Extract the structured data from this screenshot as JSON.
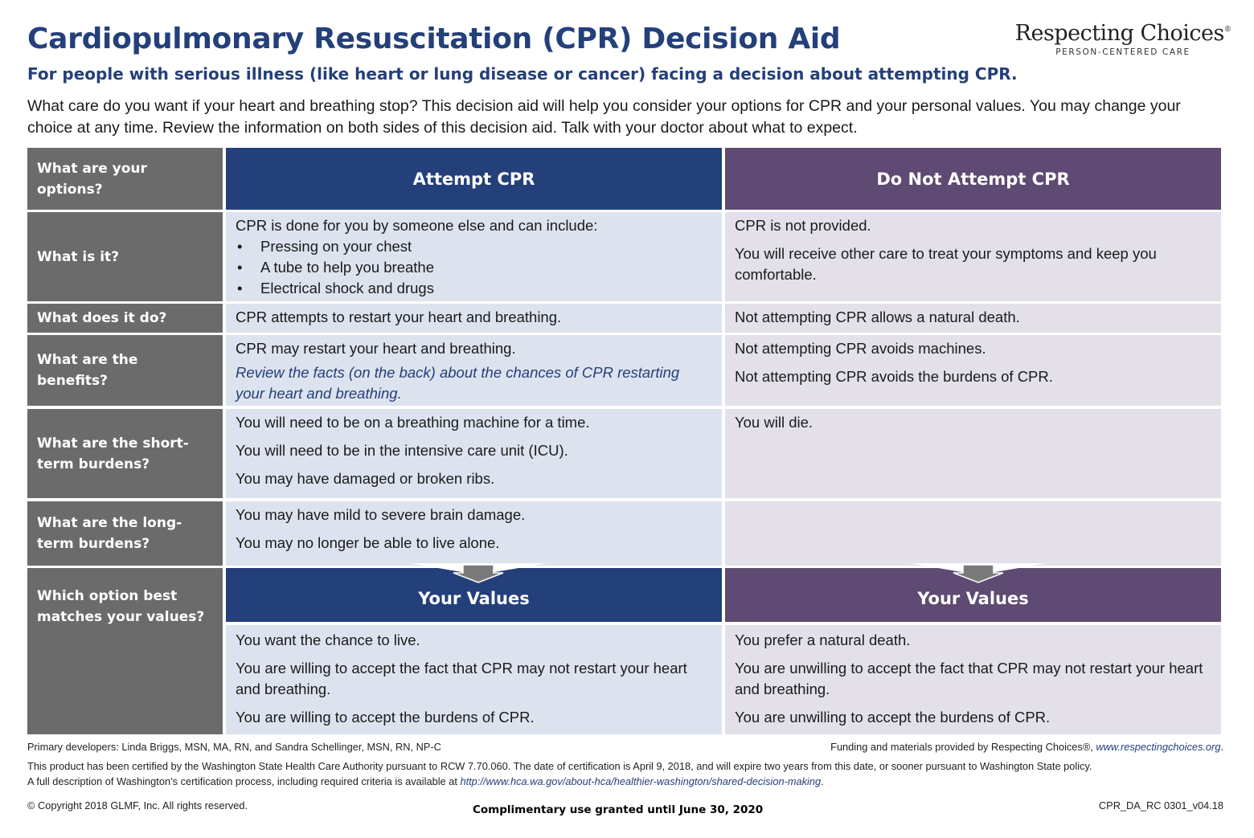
{
  "header": {
    "title": "Cardiopulmonary Resuscitation (CPR) Decision Aid",
    "subtitle": "For people with serious illness (like heart or lung disease or cancer) facing a decision about attempting CPR.",
    "intro": "What care do you want if your heart and breathing stop? This decision aid will help you consider your options for CPR and your personal values. You may change your choice at any time. Review the information on both sides of this decision aid. Talk with your doctor about what to expect."
  },
  "logo": {
    "name": "Respecting Choices",
    "mark": "®",
    "tagline": "PERSON-CENTERED CARE"
  },
  "table": {
    "options_label": "What are your options?",
    "option_cpr": "Attempt CPR",
    "option_dnr": "Do Not Attempt CPR",
    "what_is_it": {
      "label": "What is it?",
      "cpr_intro": "CPR is done for you by someone else and can include:",
      "cpr_items": [
        "Pressing on your chest",
        "A tube to help you breathe",
        "Electrical shock and drugs"
      ],
      "dnr": [
        "CPR is not provided.",
        "You will receive other care to treat your symptoms and keep you comfortable."
      ]
    },
    "what_does_it_do": {
      "label": "What does it do?",
      "cpr": "CPR attempts to restart your heart and breathing.",
      "dnr": "Not attempting CPR allows a natural death."
    },
    "benefits": {
      "label": "What are the benefits?",
      "cpr": "CPR may restart your heart and breathing.",
      "cpr_note": "Review the facts (on the back) about the chances of CPR restarting your heart and breathing.",
      "dnr": [
        "Not attempting CPR avoids machines.",
        "Not attempting CPR avoids the burdens of CPR."
      ]
    },
    "short_term": {
      "label": "What are the short-term burdens?",
      "cpr": [
        "You will need to be on a breathing machine for a time.",
        "You will need to be in the intensive care unit (ICU).",
        "You may have damaged or broken ribs."
      ],
      "dnr": "You will die."
    },
    "long_term": {
      "label": "What are the long-term burdens?",
      "cpr": [
        "You may have mild to severe brain damage.",
        "You may no longer be able to live alone."
      ]
    },
    "values": {
      "label": "Which option best matches your values?",
      "cpr_header": "Your Values",
      "dnr_header": "Your Values",
      "cpr": [
        "You want the chance to live.",
        "You are willing to accept the fact that CPR may not restart your heart and breathing.",
        "You are willing to accept the burdens of CPR."
      ],
      "dnr": [
        "You prefer a natural death.",
        "You are unwilling to accept the fact that CPR may not restart your heart and breathing.",
        "You are unwilling to accept the burdens of CPR."
      ]
    }
  },
  "footer": {
    "developers": "Primary developers: Linda Briggs, MSN, MA, RN, and Sandra Schellinger, MSN, RN, NP-C",
    "funding_text": "Funding and materials provided by Respecting Choices®, ",
    "funding_link": "www.respectingchoices.org",
    "funding_end": ".",
    "cert_line1": "This product has been certified by the Washington State Health Care Authority pursuant to RCW 7.70.060. The date of certification is April 9, 2018, and will expire two years from this date, or sooner pursuant to Washington State policy.",
    "cert_line2_text": "A full description of Washington’s certification process, including required criteria is available at ",
    "cert_link": "http://www.hca.wa.gov/about-hca/healthier-washington/shared-decision-making",
    "cert_end": ".",
    "copyright": "© Copyright 2018 GLMF, Inc. All rights reserved.",
    "complimentary": "Complimentary use granted until June 30, 2020",
    "code": "CPR_DA_RC 0301_v04.18"
  }
}
